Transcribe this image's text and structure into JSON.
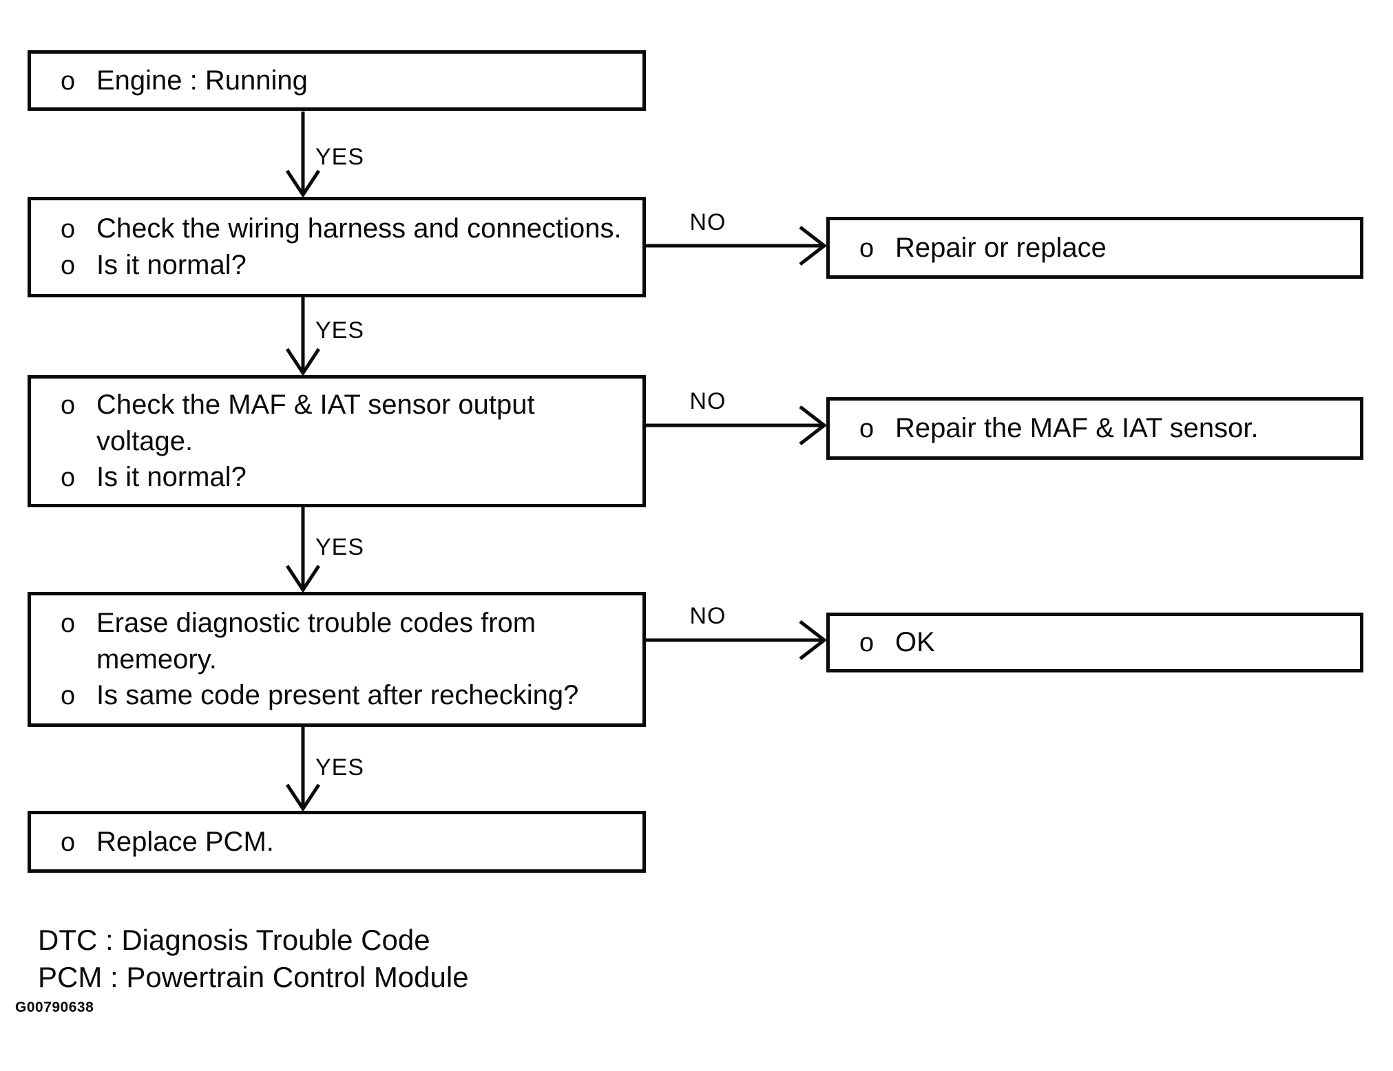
{
  "flow": {
    "boxes": [
      {
        "name": "engine-running",
        "lines": [
          {
            "b": "o",
            "t": "Engine : Running"
          }
        ]
      },
      {
        "name": "check-wiring",
        "lines": [
          {
            "b": "o",
            "t": "Check the wiring harness and connections."
          },
          {
            "b": "o",
            "t": "Is it normal?"
          }
        ]
      },
      {
        "name": "check-maf-iat-voltage",
        "lines": [
          {
            "b": "o",
            "t": "Check the MAF & IAT sensor output"
          },
          {
            "b": "",
            "t": "voltage."
          },
          {
            "b": "o",
            "t": "Is it normal?"
          }
        ]
      },
      {
        "name": "erase-dtc",
        "lines": [
          {
            "b": "o",
            "t": "Erase diagnostic trouble codes from"
          },
          {
            "b": "",
            "t": "memeory."
          },
          {
            "b": "o",
            "t": "Is same code present after rechecking?"
          }
        ]
      },
      {
        "name": "replace-pcm",
        "lines": [
          {
            "b": "o",
            "t": "Replace PCM."
          }
        ]
      }
    ],
    "result_boxes": [
      {
        "name": "repair-or-replace",
        "lines": [
          {
            "b": "o",
            "t": "Repair or replace"
          }
        ]
      },
      {
        "name": "repair-maf-iat",
        "lines": [
          {
            "b": "o",
            "t": "Repair the MAF & IAT sensor."
          }
        ]
      },
      {
        "name": "ok",
        "lines": [
          {
            "b": "o",
            "t": "OK"
          }
        ]
      }
    ],
    "yes_labels": [
      "YES",
      "YES",
      "YES",
      "YES"
    ],
    "no_labels": [
      "NO",
      "NO",
      "NO"
    ]
  },
  "footer": {
    "legend": [
      "DTC : Diagnosis Trouble Code",
      "PCM : Powertrain Control Module"
    ],
    "figure_id": "G00790638"
  },
  "colors": {
    "ink": "#0a0a0a",
    "background": "#ffffff"
  }
}
